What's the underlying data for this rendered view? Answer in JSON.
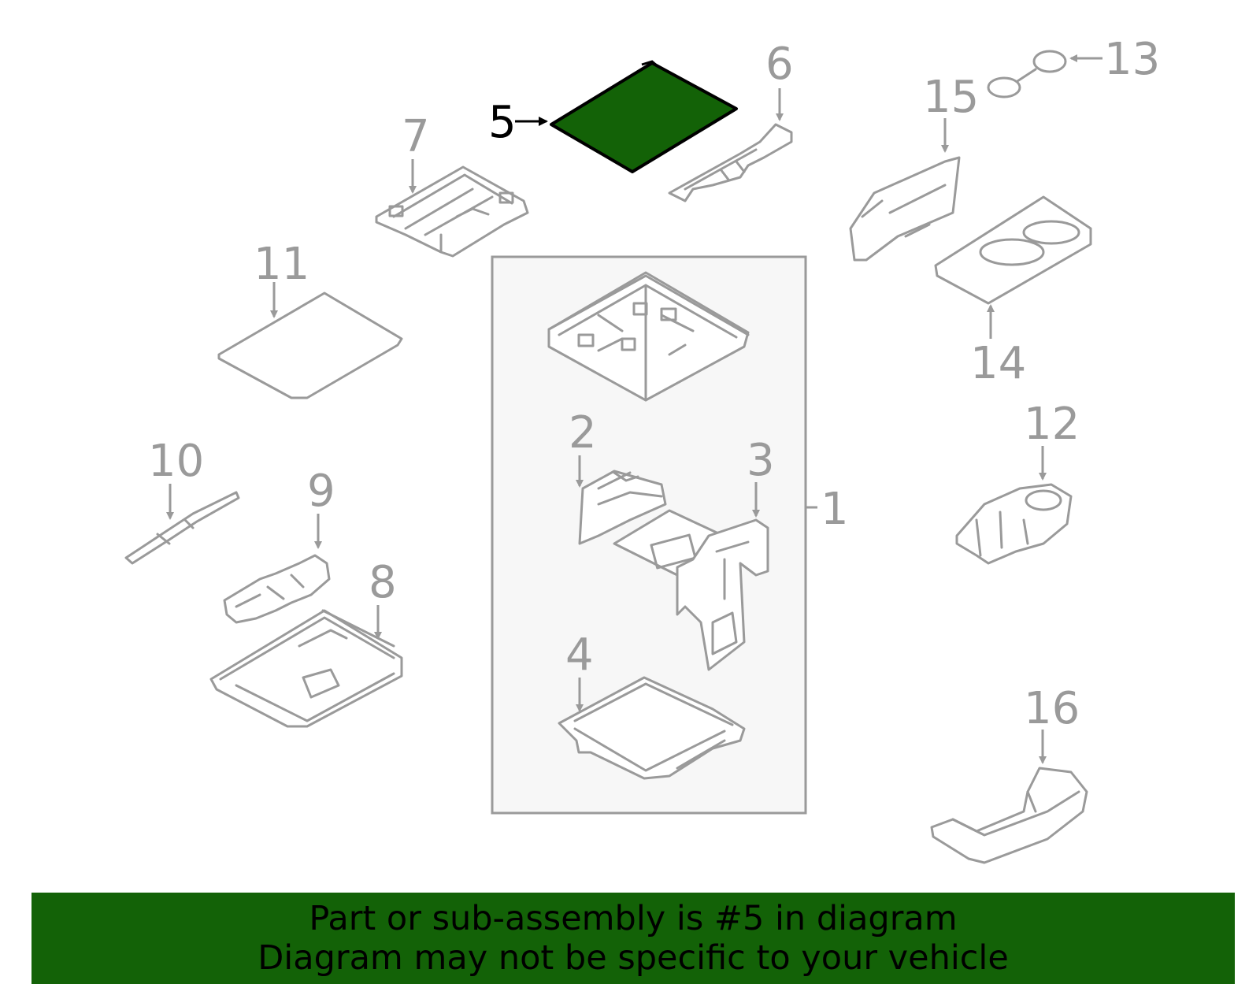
{
  "colors": {
    "highlight_fill": "#136207",
    "footer_background": "#136207",
    "line_gray": "#9a9a9a",
    "group_box_fill": "#f7f7f7",
    "highlight_label": "#000000"
  },
  "highlighted_part": "5",
  "callouts": {
    "c1": "1",
    "c2": "2",
    "c3": "3",
    "c4": "4",
    "c5": "5",
    "c6": "6",
    "c7": "7",
    "c8": "8",
    "c9": "9",
    "c10": "10",
    "c11": "11",
    "c12": "12",
    "c13": "13",
    "c14": "14",
    "c15": "15",
    "c16": "16"
  },
  "footer": {
    "line1": "Part or sub-assembly is #5 in diagram",
    "line2": "Diagram may not be specific to your vehicle"
  }
}
